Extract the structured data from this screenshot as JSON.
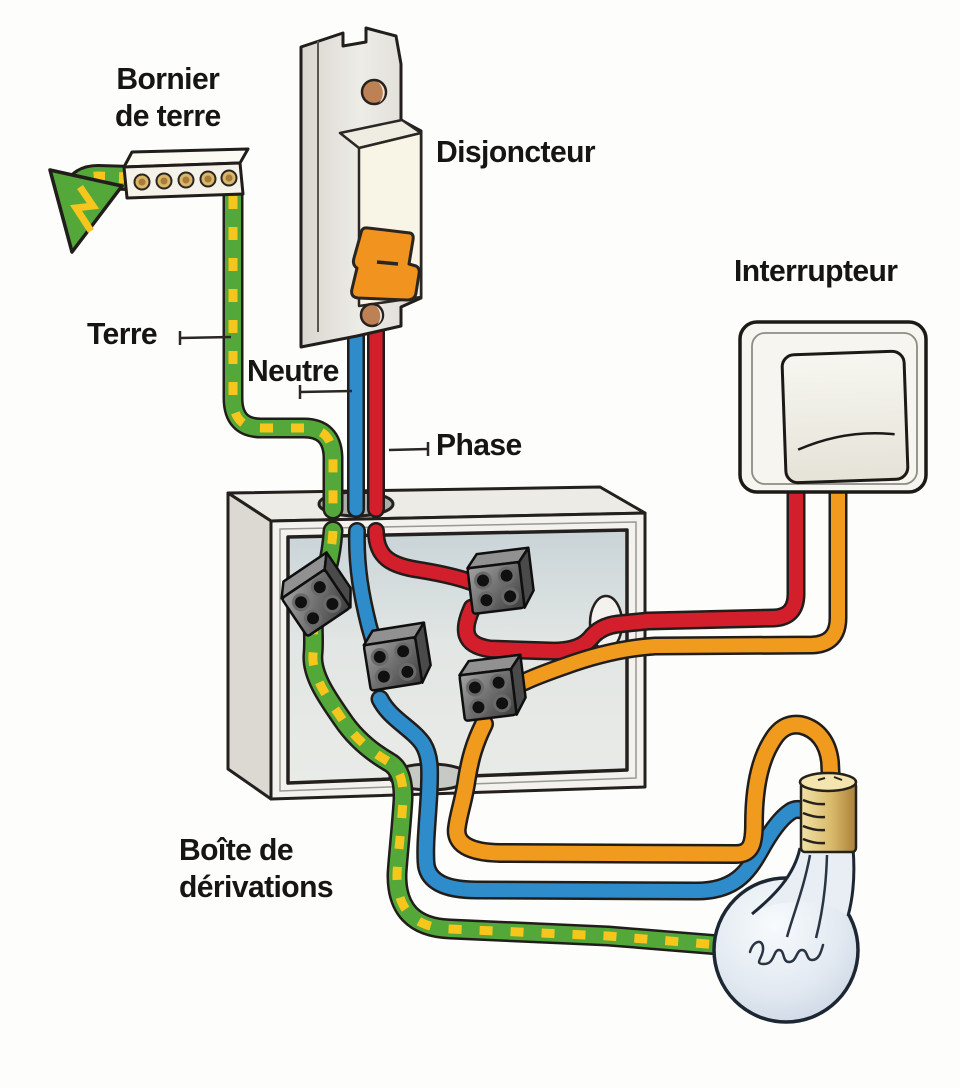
{
  "diagram": {
    "title_labels": {
      "bornier_line1": "Bornier",
      "bornier_line2": "de terre",
      "disjoncteur": "Disjoncteur",
      "interrupteur": "Interrupteur",
      "terre": "Terre",
      "neutre": "Neutre",
      "phase": "Phase",
      "boite_line1": "Boîte de",
      "boite_line2": "dérivations"
    },
    "icons": {
      "earth_arrow": "down-left striped arrow (earth/ground symbol)"
    },
    "colors": {
      "phase_wire": "#d31f2b",
      "neutral_wire": "#2f8ccb",
      "lamp_wire_orange": "#f09a1e",
      "earth_green": "#53a839",
      "earth_yellow": "#f6c61d",
      "toggle_orange": "#f0941f",
      "brass": "#d9bd6d",
      "outline": "#211d1a",
      "background": "#fdfdfb"
    }
  }
}
